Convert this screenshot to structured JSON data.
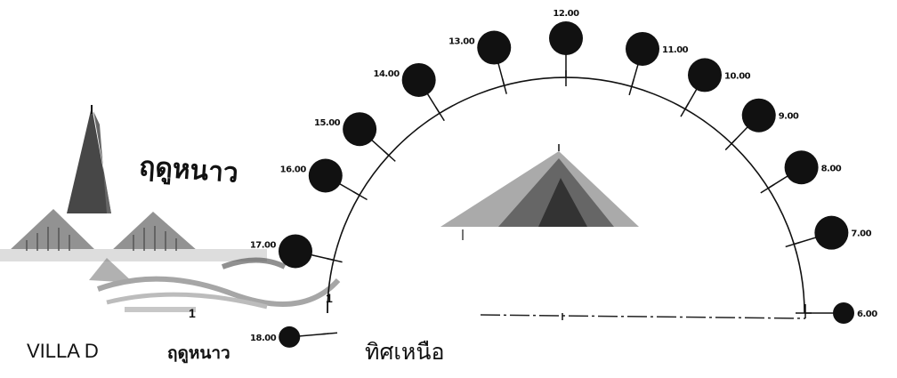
{
  "sun_path": {
    "times": [
      {
        "label": "18.00",
        "angle_deg": 185
      },
      {
        "label": "17.00",
        "angle_deg": 167
      },
      {
        "label": "16.00",
        "angle_deg": 150
      },
      {
        "label": "15.00",
        "angle_deg": 138
      },
      {
        "label": "14.00",
        "angle_deg": 122
      },
      {
        "label": "13.00",
        "angle_deg": 105
      },
      {
        "label": "12.00",
        "angle_deg": 90
      },
      {
        "label": "11.00",
        "angle_deg": 74
      },
      {
        "label": "10.00",
        "angle_deg": 60
      },
      {
        "label": "9.00",
        "angle_deg": 46
      },
      {
        "label": "8.00",
        "angle_deg": 32
      },
      {
        "label": "7.00",
        "angle_deg": 17
      },
      {
        "label": "6.00",
        "angle_deg": 0
      }
    ]
  },
  "captions": {
    "villa": "VILLA D",
    "season": "ฤดูหนาว",
    "north": "ทิศเหนือ",
    "winter_full": "ฤดูหนาว",
    "ground_marker_left": "1",
    "ground_marker_right": "1"
  },
  "colors": {
    "sun": "#111111",
    "ink": "#111111"
  }
}
